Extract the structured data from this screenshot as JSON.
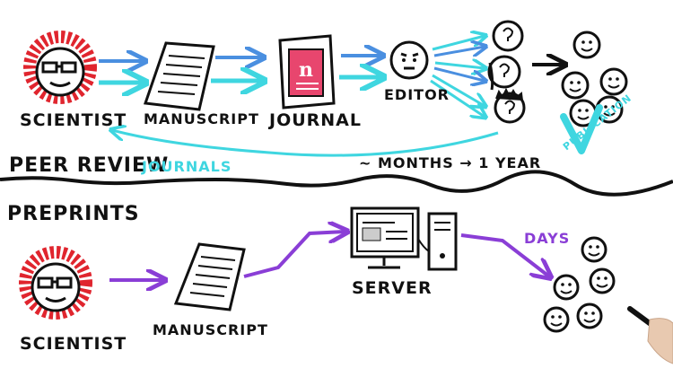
{
  "peer_review": {
    "section_title": "PEER REVIEW",
    "cyan_note": "JOURNALS",
    "scientist": "SCIENTIST",
    "manuscript": "MANUSCRIPT",
    "journal": "JOURNAL",
    "editor": "EDITOR",
    "timeline": "~ MONTHS → 1 YEAR",
    "publication": "PUBLICATION"
  },
  "preprints": {
    "section_title": "PREPRINTS",
    "scientist": "SCIENTIST",
    "manuscript": "MANUSCRIPT",
    "server": "SERVER",
    "days": "DAYS"
  },
  "colors": {
    "ink": "#111111",
    "cyan": "#3fd6e0",
    "blue": "#4a8fe0",
    "purple": "#8a3ed6",
    "hair": "#e0252e",
    "journal_pink": "#e8466e"
  }
}
